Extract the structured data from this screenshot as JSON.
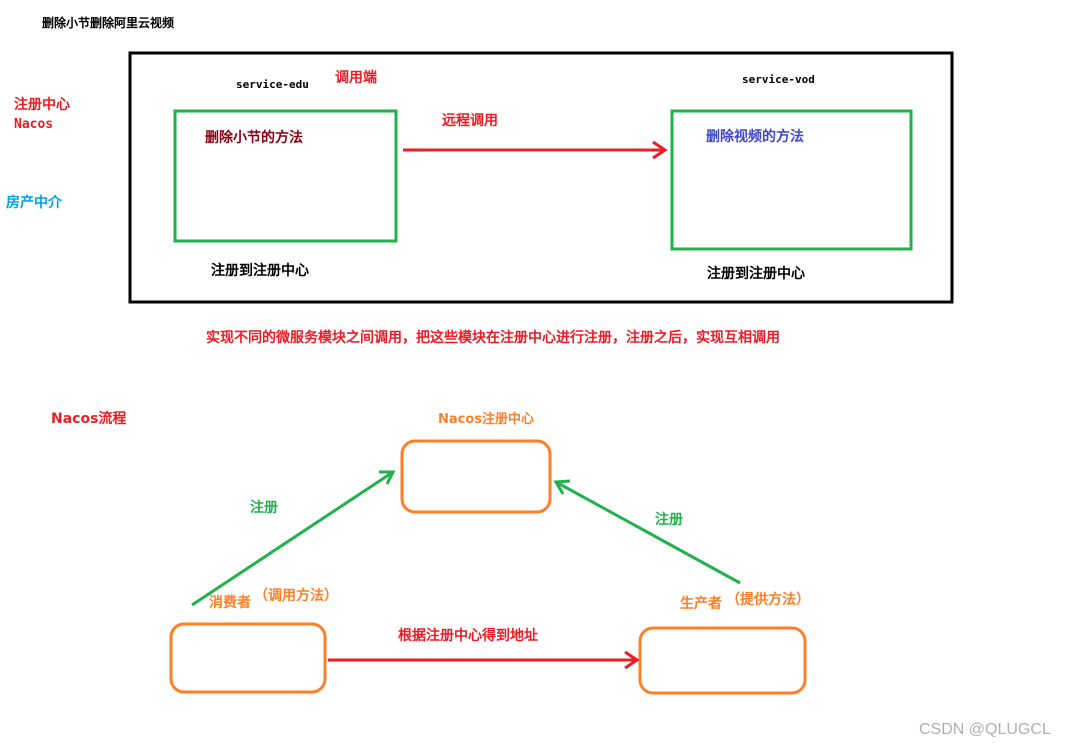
{
  "page_title": "删除小节删除阿里云视频",
  "side_labels": {
    "registry_center": "注册中心",
    "registry_name": "Nacos",
    "analogy": "房产中介"
  },
  "architecture": {
    "left_service": "service-edu",
    "caller_label": "调用端",
    "right_service": "service-vod",
    "left_box_text": "删除小节的方法",
    "right_box_text": "删除视频的方法",
    "remote_call": "远程调用",
    "left_register": "注册到注册中心",
    "right_register": "注册到注册中心"
  },
  "summary": "实现不同的微服务模块之间调用，把这些模块在注册中心进行注册，注册之后，实现互相调用",
  "flow": {
    "title": "Nacos流程",
    "registry": "Nacos注册中心",
    "register_left": "注册",
    "register_right": "注册",
    "consumer": "消费者",
    "consumer_note": "（调用方法）",
    "producer": "生产者",
    "producer_note": "（提供方法）",
    "lookup": "根据注册中心得到地址"
  },
  "watermark": "CSDN @QLUGCL",
  "colors": {
    "black": "#000000",
    "green": "#22b14c",
    "red": "#ed1c24",
    "orange": "#ff7f27",
    "blue": "#00a2e8",
    "darkred": "#880015",
    "navy": "#3f48cc"
  }
}
